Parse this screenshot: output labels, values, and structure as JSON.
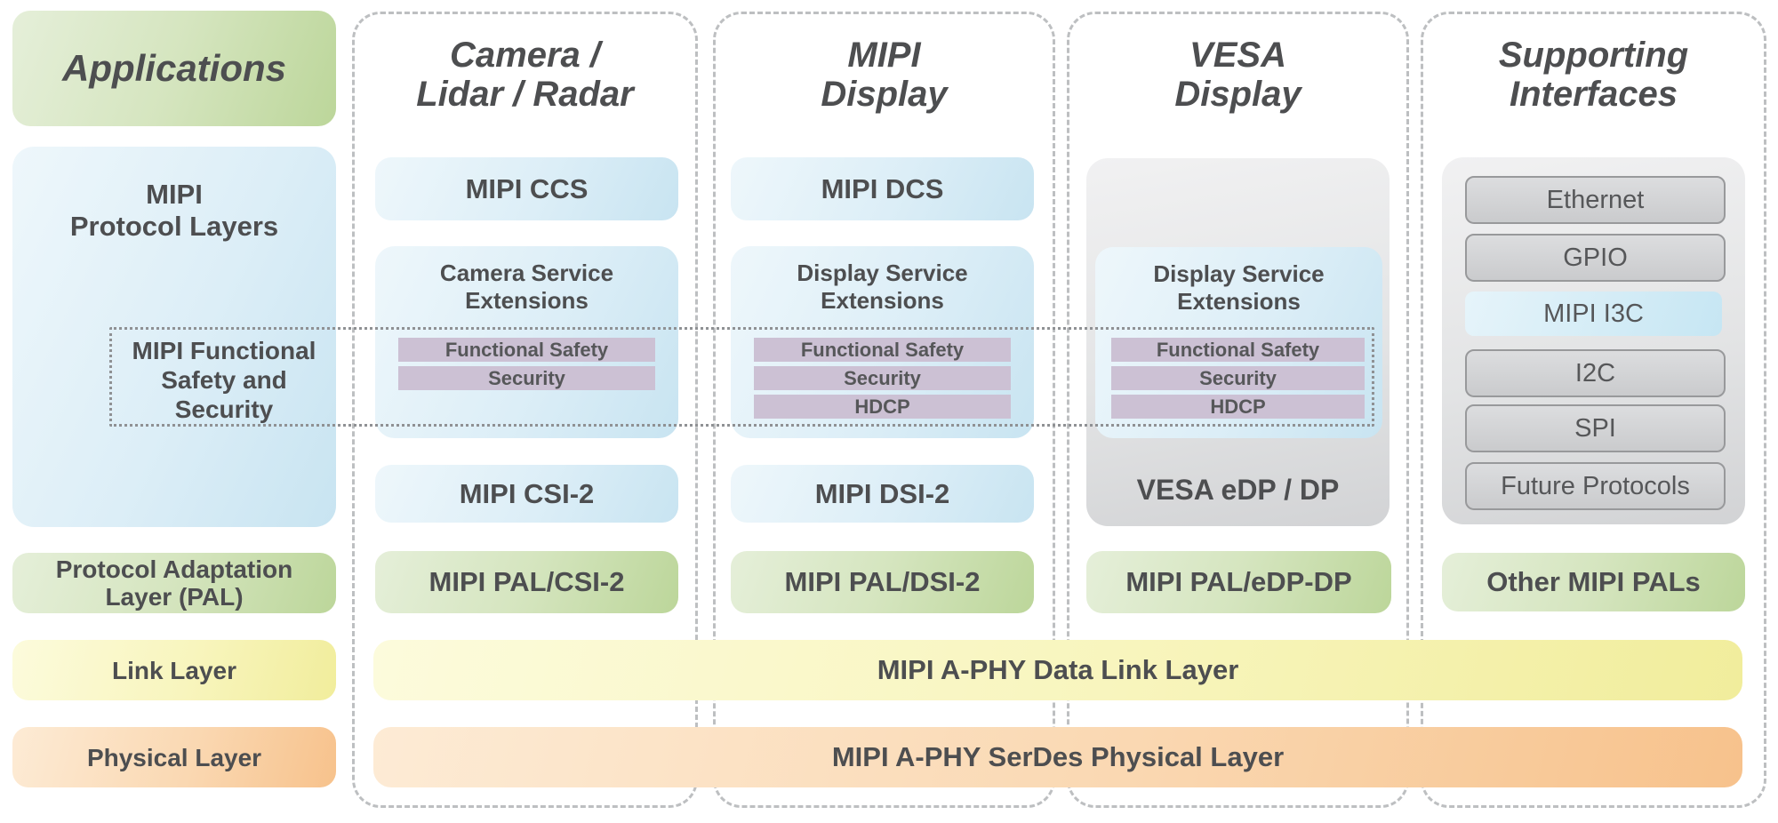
{
  "palette": {
    "text_dark": "#4d4e50",
    "blue_light": "#eef7fb",
    "blue_dark": "#c8e4f1",
    "green_light": "#e5efd9",
    "green_dark": "#bcd69a",
    "yellow_light": "#fcfbdc",
    "yellow_dark": "#f1ed9c",
    "orange_light": "#fdebd5",
    "orange_dark": "#f7c28c",
    "purple_bar": "#ccc1d4",
    "gray_light": "#f1f1f2",
    "gray_dark": "#d2d3d5",
    "dashed_border": "#bdbfc1",
    "dotted_border": "#8f9194"
  },
  "left_column": {
    "applications_label": "Applications",
    "protocol_layers_label": "MIPI\nProtocol Layers",
    "functional_safety_label": "MIPI Functional\nSafety and\nSecurity",
    "pal_label": "Protocol Adaptation\nLayer (PAL)",
    "link_label": "Link Layer",
    "physical_label": "Physical Layer"
  },
  "columns": [
    {
      "title": "Camera /\nLidar / Radar",
      "top_box": "MIPI CCS",
      "service_box": {
        "title": "Camera Service\nExtensions",
        "features": [
          "Functional Safety",
          "Security"
        ]
      },
      "protocol_box": "MIPI CSI-2",
      "pal_box": "MIPI PAL/CSI-2"
    },
    {
      "title": "MIPI\nDisplay",
      "top_box": "MIPI DCS",
      "service_box": {
        "title": "Display Service\nExtensions",
        "features": [
          "Functional Safety",
          "Security",
          "HDCP"
        ]
      },
      "protocol_box": "MIPI DSI-2",
      "pal_box": "MIPI PAL/DSI-2"
    },
    {
      "title": "VESA\nDisplay",
      "service_box": {
        "title": "Display Service\nExtensions",
        "features": [
          "Functional Safety",
          "Security",
          "HDCP"
        ]
      },
      "protocol_box": "VESA eDP / DP",
      "pal_box": "MIPI PAL/eDP-DP"
    },
    {
      "title": "Supporting\nInterfaces",
      "interfaces": [
        "Ethernet",
        "GPIO",
        "MIPI I3C",
        "I2C",
        "SPI",
        "Future Protocols"
      ],
      "pal_box": "Other MIPI PALs"
    }
  ],
  "bands": {
    "link_layer": "MIPI A-PHY Data Link Layer",
    "physical_layer": "MIPI A-PHY SerDes Physical Layer"
  }
}
